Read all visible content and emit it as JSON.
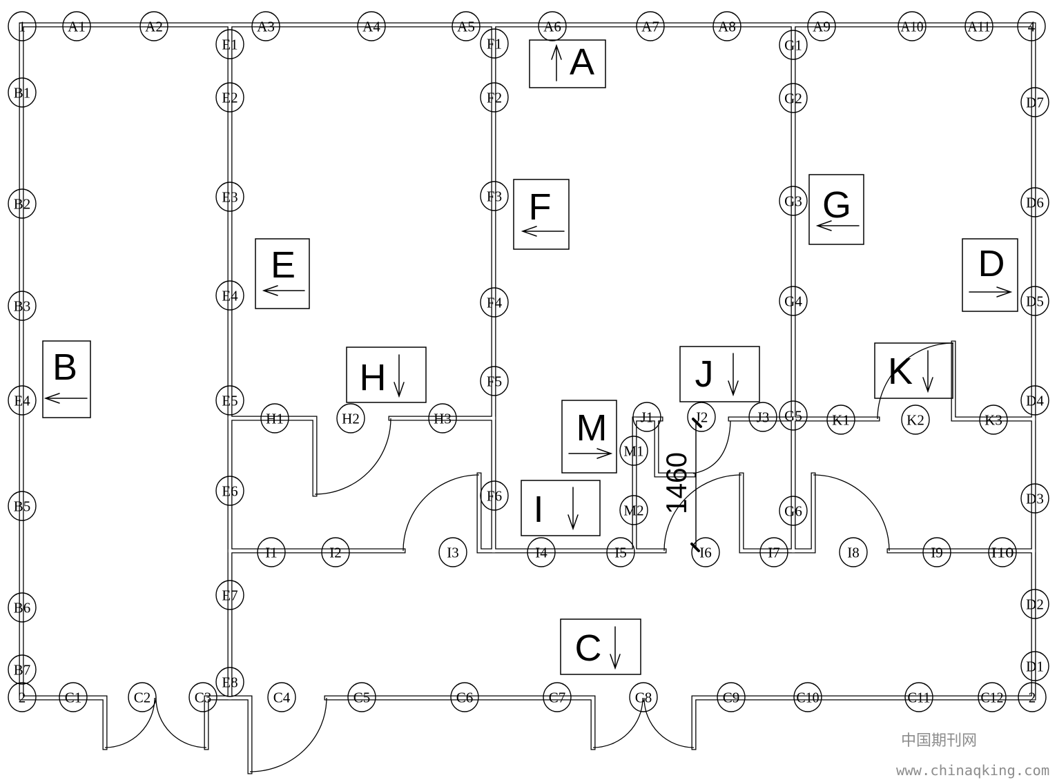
{
  "colors": {
    "line": "#000000",
    "background": "#ffffff",
    "watermark": "#8c8c8c"
  },
  "grid_markers": {
    "top_row": [
      "1",
      "A1",
      "A2",
      "A3",
      "A4",
      "A5",
      "A6",
      "A7",
      "A8",
      "A9",
      "A10",
      "A11",
      "4"
    ],
    "left_column": [
      "B1",
      "B2",
      "B3",
      "E4",
      "B5",
      "B6",
      "B7"
    ],
    "right_column": [
      "D7",
      "D6",
      "D5",
      "D4",
      "D3",
      "D2",
      "D1"
    ],
    "bottom_row": [
      "2",
      "C1",
      "C2",
      "C3",
      "C4",
      "C5",
      "C6",
      "C7",
      "C8",
      "C9",
      "C10",
      "C11",
      "C12",
      "2"
    ],
    "column_e": [
      "E1",
      "E2",
      "E3",
      "E4",
      "E5",
      "E6",
      "E7",
      "E8"
    ],
    "column_f": [
      "F1",
      "F2",
      "F3",
      "F4",
      "F5",
      "F6"
    ],
    "column_g": [
      "G1",
      "G2",
      "G3",
      "G4",
      "G5",
      "G6"
    ],
    "row_h": [
      "H1",
      "H2",
      "H3"
    ],
    "row_i": [
      "I1",
      "I2",
      "I3",
      "I4",
      "I5",
      "I6",
      "I7",
      "I8",
      "I9",
      "I10"
    ],
    "row_j": [
      "J1",
      "J2",
      "J3"
    ],
    "row_k": [
      "K1",
      "K2",
      "K3"
    ],
    "column_m": [
      "M1",
      "M2"
    ]
  },
  "room_labels": [
    {
      "letter": "A",
      "arrow": "arrow-up-icon"
    },
    {
      "letter": "F",
      "arrow": "arrow-left-icon"
    },
    {
      "letter": "G",
      "arrow": "arrow-left-icon"
    },
    {
      "letter": "E",
      "arrow": "arrow-left-icon"
    },
    {
      "letter": "D",
      "arrow": "arrow-right-icon"
    },
    {
      "letter": "B",
      "arrow": "arrow-left-icon"
    },
    {
      "letter": "H",
      "arrow": "arrow-down-icon"
    },
    {
      "letter": "J",
      "arrow": "arrow-down-icon"
    },
    {
      "letter": "K",
      "arrow": "arrow-down-icon"
    },
    {
      "letter": "M",
      "arrow": "arrow-right-icon"
    },
    {
      "letter": "I",
      "arrow": "arrow-down-icon"
    },
    {
      "letter": "C",
      "arrow": "arrow-down-icon"
    }
  ],
  "dimension": "1460",
  "watermark": {
    "site_name": "中国期刊网",
    "url": "www.chinaqking.com"
  }
}
